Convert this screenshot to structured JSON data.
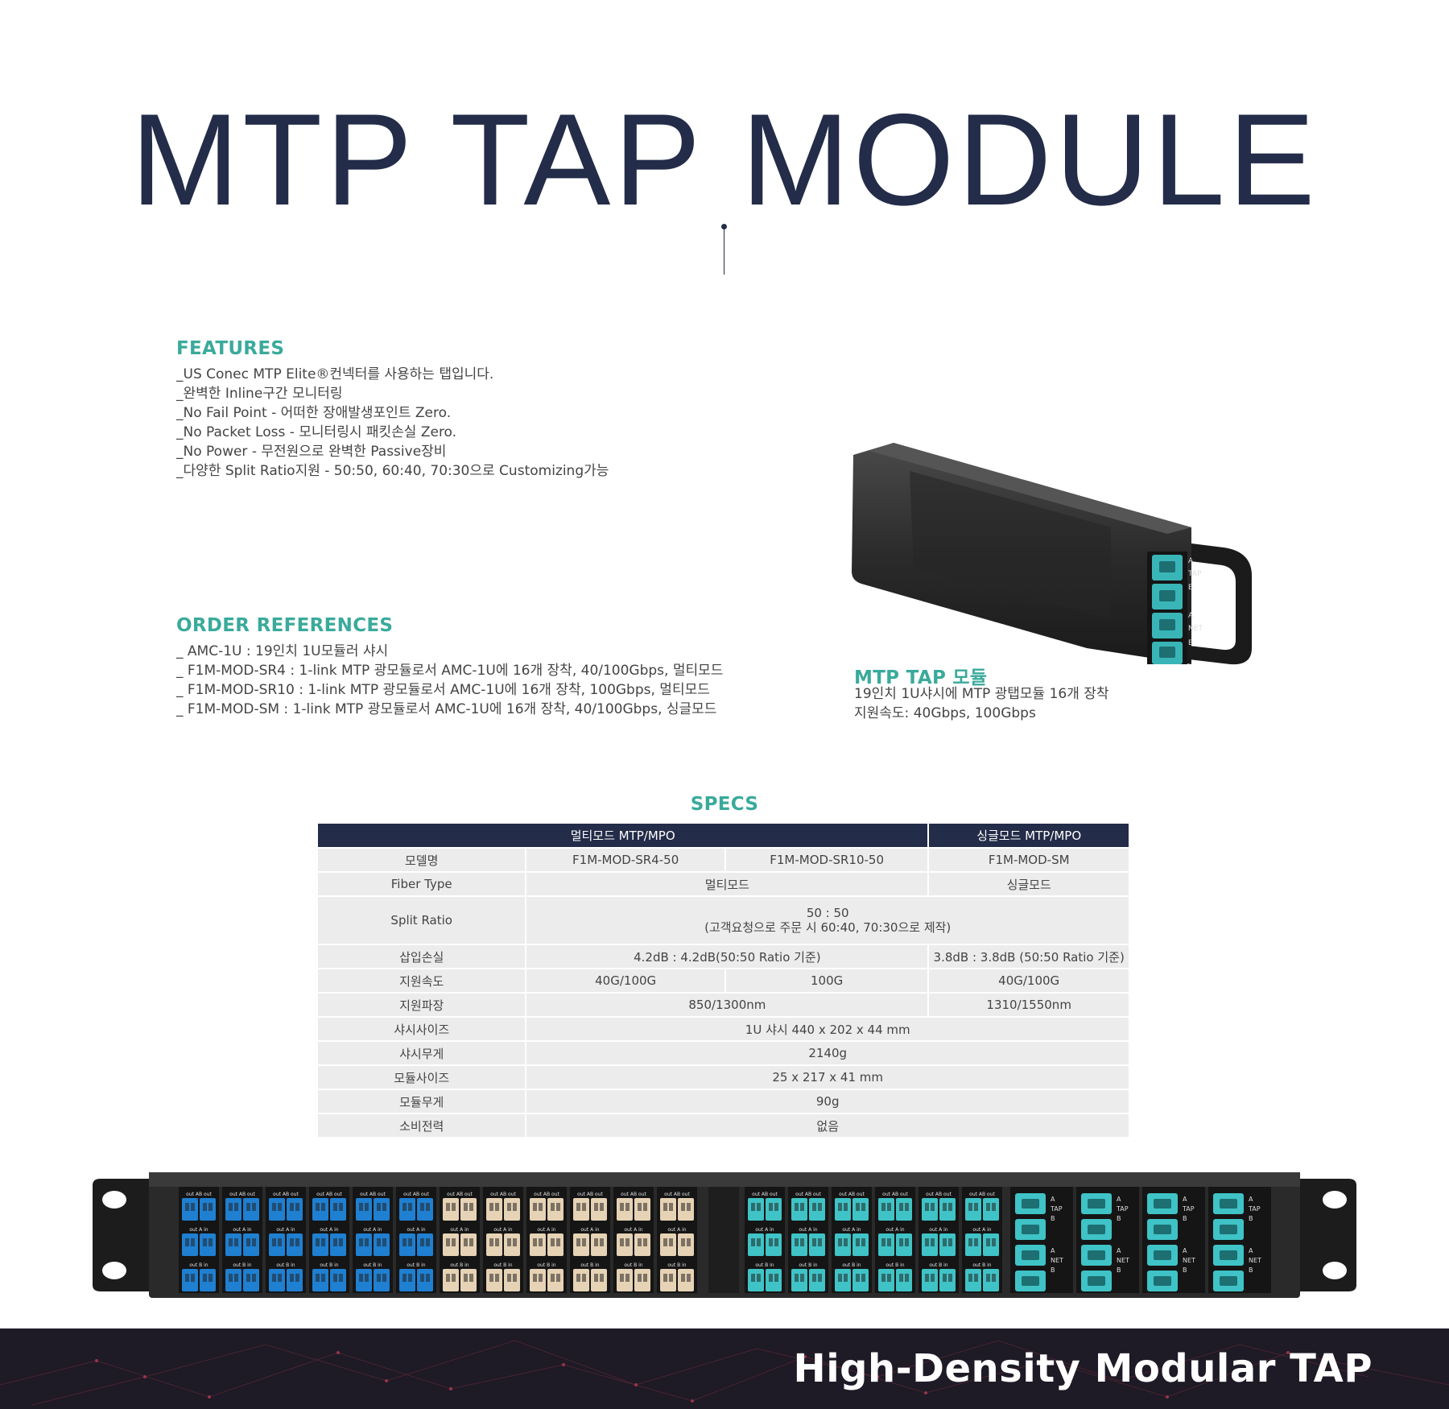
{
  "title": "MTP TAP MODULE",
  "features": {
    "heading": "FEATURES",
    "items": [
      "_US Conec MTP Elite®컨넥터를 사용하는 탭입니다.",
      "_완벽한 Inline구간 모니터링",
      "_No Fail Point - 어떠한 장애발생포인트 Zero.",
      "_No Packet Loss - 모니터링시 패킷손실 Zero.",
      "_No Power - 무전원으로 완벽한 Passive장비",
      "_다양한  Split Ratio지원 - 50:50, 60:40, 70:30으로 Customizing가능"
    ]
  },
  "order": {
    "heading": "ORDER REFERENCES",
    "items": [
      "_ AMC-1U : 19인치 1U모듈러 샤시",
      "_ F1M-MOD-SR4 : 1-link MTP 광모듈로서 AMC-1U에 16개 장착, 40/100Gbps, 멀티모드",
      "_ F1M-MOD-SR10 : 1-link MTP 광모듈로서 AMC-1U에 16개 장착, 100Gbps, 멀티모드",
      "_ F1M-MOD-SM : 1-link MTP 광모듈로서 AMC-1U에 16개 장착, 40/100Gbps, 싱글모드"
    ]
  },
  "module": {
    "heading": "MTP TAP 모듈",
    "line1": "19인치 1U샤시에 MTP 광탭모듈 16개 장착",
    "line2": "지원속도: 40Gbps, 100Gbps",
    "labels": {
      "a": "A",
      "tap": "TAP",
      "b": "B",
      "net": "NET"
    }
  },
  "specs": {
    "heading": "SPECS",
    "header_multi": "멀티모드 MTP/MPO",
    "header_single": "싱글모드 MTP/MPO",
    "rows": {
      "model": {
        "label": "모델명",
        "c1": "F1M-MOD-SR4-50",
        "c2": "F1M-MOD-SR10-50",
        "c3": "F1M-MOD-SM"
      },
      "fiber": {
        "label": "Fiber Type",
        "multi": "멀티모드",
        "single": "싱글모드"
      },
      "split": {
        "label": "Split Ratio",
        "line1": "50 : 50",
        "line2": "(고객요청으로 주문 시 60:40, 70:30으로 제작)"
      },
      "loss": {
        "label": "삽입손실",
        "multi": "4.2dB : 4.2dB(50:50 Ratio 기준)",
        "single": "3.8dB : 3.8dB  (50:50 Ratio 기준)"
      },
      "speed": {
        "label": "지원속도",
        "c1": "40G/100G",
        "c2": "100G",
        "c3": "40G/100G"
      },
      "wave": {
        "label": "지원파장",
        "multi": "850/1300nm",
        "single": "1310/1550nm"
      },
      "chassis_size": {
        "label": "샤시사이즈",
        "value": "1U 샤시  440 x 202 x 44 mm"
      },
      "chassis_weight": {
        "label": "샤시무게",
        "value": "2140g"
      },
      "module_size": {
        "label": "모듈사이즈",
        "value": "25 x 217 x 41 mm"
      },
      "module_weight": {
        "label": "모듈무게",
        "value": "90g"
      },
      "power": {
        "label": "소비전력",
        "value": "없음"
      }
    }
  },
  "rack": {
    "labels": {
      "top": "out AB out",
      "mid": "out A in",
      "bot": "out B in"
    },
    "colors": {
      "blue": "#1f7fd0",
      "beige": "#e6d2b4",
      "aqua": "#3fc3c6"
    }
  },
  "banner": {
    "title": "High-Density Modular TAP"
  },
  "colors": {
    "navy": "#232c48",
    "teal": "#3aaa9b"
  }
}
